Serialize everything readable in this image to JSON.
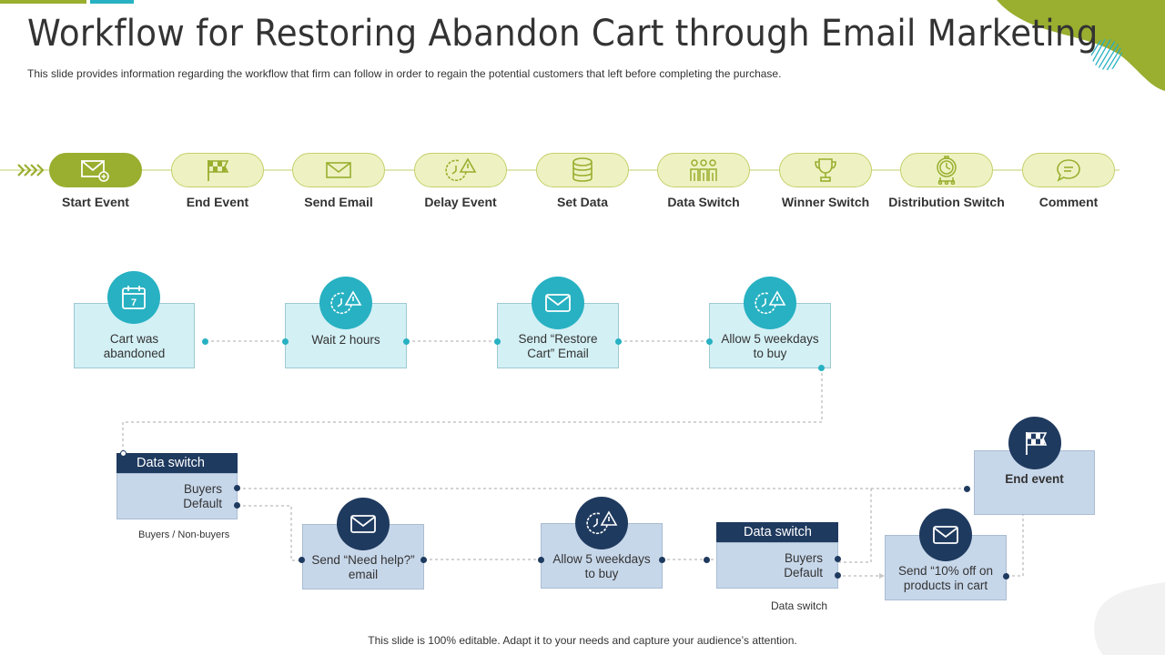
{
  "header": {
    "title": "Workflow for Restoring Abandon Cart through Email Marketing",
    "subtitle": "This slide provides information regarding the workflow that firm can follow in order to regain the potential customers that left before completing the purchase."
  },
  "legend": [
    {
      "label": "Start Event",
      "icon": "mail-plus-icon",
      "active": true
    },
    {
      "label": "End Event",
      "icon": "checkered-flag-icon",
      "active": false
    },
    {
      "label": "Send Email",
      "icon": "envelope-icon",
      "active": false
    },
    {
      "label": "Delay Event",
      "icon": "clock-alert-icon",
      "active": false
    },
    {
      "label": "Set Data",
      "icon": "database-icon",
      "active": false
    },
    {
      "label": "Data Switch",
      "icon": "people-icon",
      "active": false
    },
    {
      "label": "Winner Switch",
      "icon": "trophy-icon",
      "active": false
    },
    {
      "label": "Distribution Switch",
      "icon": "distribution-clock-icon",
      "active": false
    },
    {
      "label": "Comment",
      "icon": "comment-icon",
      "active": false
    }
  ],
  "flow": {
    "top_row": [
      {
        "label": "Cart was abandoned",
        "icon": "calendar-icon",
        "calendar_day": "7"
      },
      {
        "label": "Wait 2 hours",
        "icon": "clock-alert-icon"
      },
      {
        "label": "Send “Restore Cart” Email",
        "icon": "envelope-icon"
      },
      {
        "label": "Allow 5 weekdays to buy",
        "icon": "clock-alert-icon"
      }
    ],
    "switch_1": {
      "title": "Data switch",
      "line1": "Buyers",
      "line2": "Default",
      "caption": "Buyers / Non-buyers"
    },
    "send_need_help": {
      "label": "Send “Need help?” email",
      "icon": "envelope-icon"
    },
    "allow_5_weekdays": {
      "label": "Allow 5 weekdays to buy",
      "icon": "clock-alert-icon"
    },
    "switch_2": {
      "title": "Data switch",
      "line1": "Buyers",
      "line2": "Default",
      "caption": "Data switch"
    },
    "send_discount": {
      "label": "Send “10% off on products in cart",
      "icon": "envelope-icon"
    },
    "end_event": {
      "label": "End event",
      "icon": "checkered-flag-icon"
    }
  },
  "footer": "This slide is 100% editable. Adapt it to your needs and capture your audience’s attention.",
  "colors": {
    "accent_green": "#9aae2f",
    "pill_fill": "#eef2c2",
    "teal": "#27b1c2",
    "navy": "#1f3a5f",
    "light_teal": "#d3f0f5",
    "light_blue": "#c7d7ea"
  }
}
